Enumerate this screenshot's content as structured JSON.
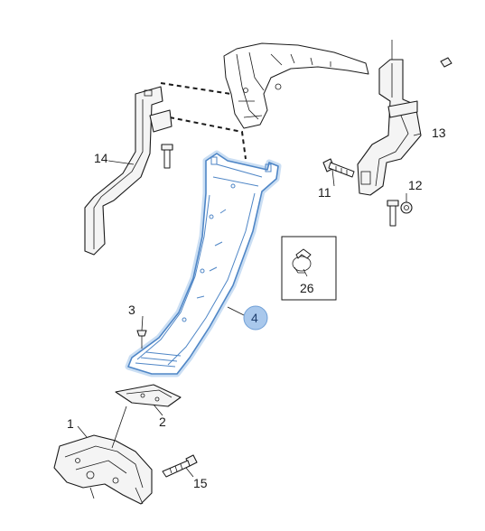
{
  "diagram": {
    "callouts": {
      "c1": "1",
      "c2": "2",
      "c3": "3",
      "c4": "4",
      "c11": "11",
      "c12": "12",
      "c13": "13",
      "c14": "14",
      "c15": "15",
      "c26": "26"
    },
    "highlighted_part": "4",
    "colors": {
      "highlight": "#4f86c6",
      "highlight_glow": "#9fc2ea",
      "callout_badge": "#a9c8ec",
      "line": "#1a1a1a"
    }
  }
}
